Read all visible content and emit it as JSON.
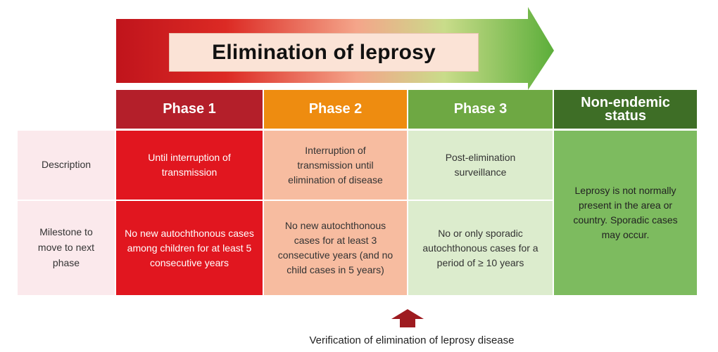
{
  "banner": {
    "title": "Elimination of leprosy",
    "gradient_colors": [
      "#c0141c",
      "#e23a2a",
      "#f4a58a",
      "#c9dc8a",
      "#5cae3a"
    ]
  },
  "phases": [
    {
      "label": "Phase 1",
      "color": "#b41f2a"
    },
    {
      "label": "Phase 2",
      "color": "#ee8c10"
    },
    {
      "label": "Phase 3",
      "color": "#6ea843"
    },
    {
      "label_line1": "Non-endemic",
      "label_line2": "status",
      "color": "#3e6e26"
    }
  ],
  "rows": {
    "description": {
      "label": "Description",
      "phase1": "Until interruption of transmission",
      "phase2": "Interruption of transmission until elimination of disease",
      "phase3": "Post-elimination surveillance"
    },
    "milestone": {
      "label": "Milestone to move to next phase",
      "phase1": "No new autochthonous cases among children for at least 5 consecutive years",
      "phase2": "No new autochthonous cases for at least 3 consecutive years (and no child cases in 5 years)",
      "phase3": "No or only sporadic autochthonous cases for a period of ≥ 10 years"
    }
  },
  "non_endemic_text": "Leprosy is not normally present in the area or country. Sporadic cases may occur.",
  "verification": {
    "text": "Verification of elimination of leprosy disease",
    "arrow_icon": "up-arrow-icon",
    "arrow_color": "#9e1b20"
  }
}
